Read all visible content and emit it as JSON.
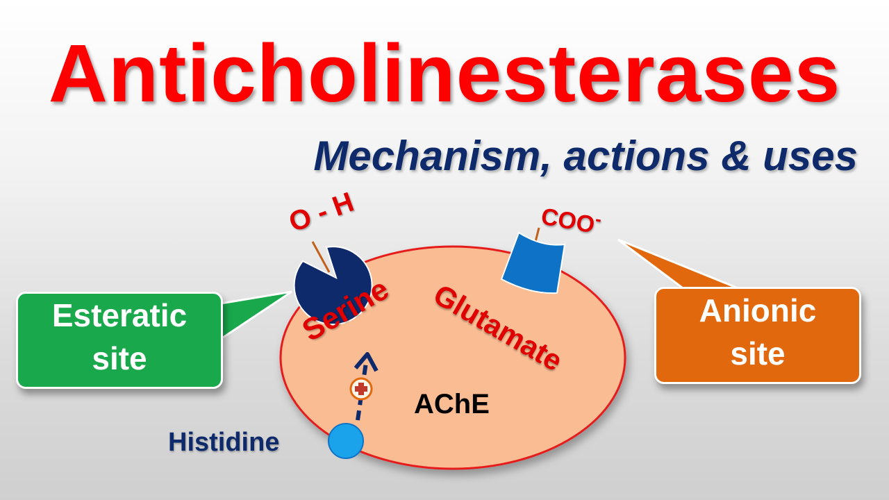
{
  "title": "Anticholinesterases",
  "subtitle": "Mechanism, actions & uses",
  "callouts": {
    "esteratic": {
      "line1": "Esteratic",
      "line2": "site",
      "color": "#19a94c"
    },
    "anionic": {
      "line1": "Anionic",
      "line2": "site",
      "color": "#e2680d"
    }
  },
  "molecules": {
    "hydroxyl": "O - H",
    "carboxylate": "COO",
    "carboxylate_charge": "-",
    "serine": "Serine",
    "glutamate": "Glutamate",
    "enzyme": "AChE",
    "histidine": "Histidine"
  },
  "colors": {
    "title": "#ff0000",
    "subtitle": "#0f2a6b",
    "enzyme_fill": "#f9bc93",
    "enzyme_stroke": "#e61b1b",
    "serine_shape": "#0f2a6b",
    "glutamate_shape": "#0e73c6",
    "histidine_dot": "#1aa3ea"
  }
}
